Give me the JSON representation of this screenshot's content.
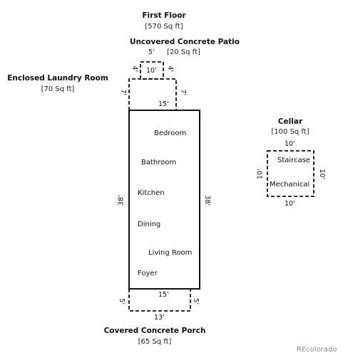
{
  "first_floor": {
    "title": "First Floor",
    "area": "[570 Sq ft]"
  },
  "patio": {
    "title": "Uncovered Concrete Patio",
    "area": "[20 Sq ft]",
    "dim_top": "5'",
    "dim_inner": "10'",
    "dim_left": "4'",
    "dim_right": "4'"
  },
  "laundry": {
    "title": "Enclosed Laundry Room",
    "area": "[70 Sq ft]",
    "dim_left": "7'",
    "dim_right": "7'",
    "dim_bottom": "15'"
  },
  "main": {
    "dim_left": "38'",
    "dim_right": "38'",
    "rooms": [
      "Bedroom",
      "Bathroom",
      "Kitchen",
      "Dining",
      "Living Room",
      "Foyer"
    ]
  },
  "porch": {
    "title": "Covered Concrete Porch",
    "area": "[65 Sq ft]",
    "dim_top": "15'",
    "dim_bottom": "13'",
    "dim_left": "5'",
    "dim_right": "5'"
  },
  "cellar": {
    "title": "Cellar",
    "area": "[100 Sq ft]",
    "dim_top": "10'",
    "dim_bottom": "10'",
    "dim_left": "10'",
    "dim_right": "10'",
    "rooms": [
      "Staircase",
      "Mechanical"
    ]
  },
  "watermark": "REcolorado"
}
